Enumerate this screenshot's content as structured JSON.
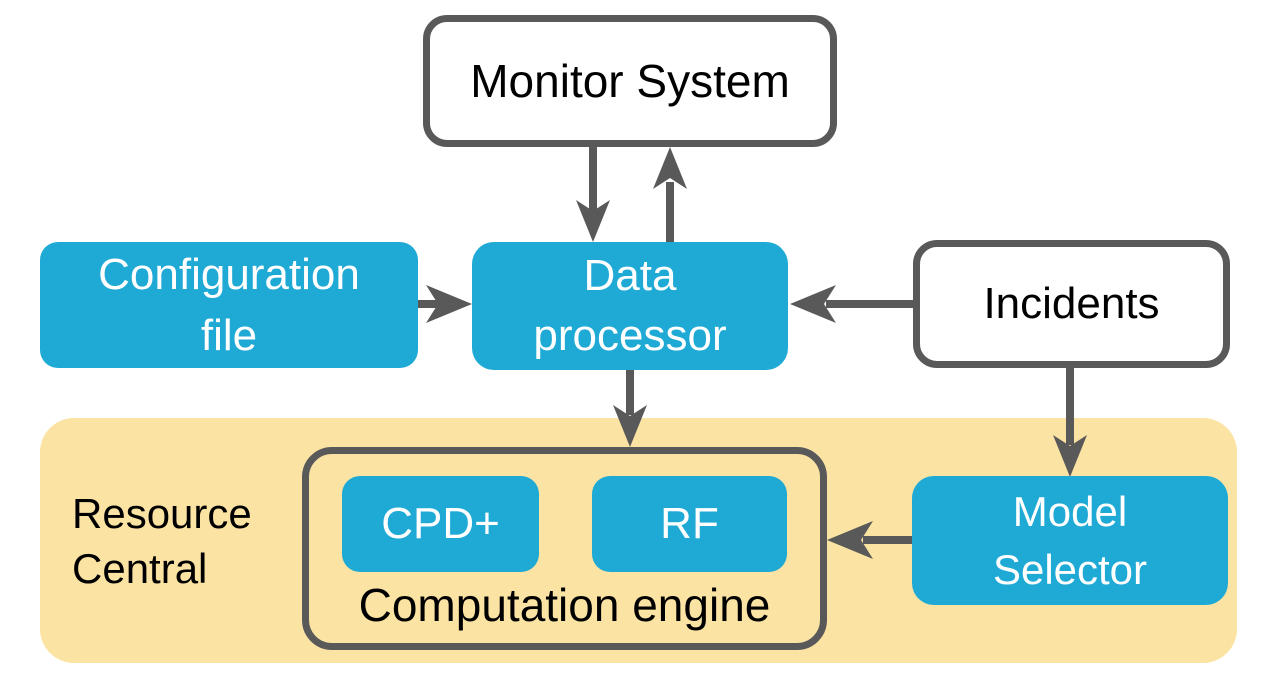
{
  "title": "System architecture diagram",
  "colors": {
    "node_fill_cyan": "#1FAAD6",
    "region_fill_yellow": "#FBE3A3",
    "outline_and_arrow_gray": "#595959",
    "text_dark": "#000000",
    "text_light": "#FFFFFF"
  },
  "nodes": {
    "monitor_system": {
      "label": "Monitor System"
    },
    "configuration_file": {
      "lines": [
        "Configuration",
        "file"
      ]
    },
    "data_processor": {
      "lines": [
        "Data",
        "processor"
      ]
    },
    "incidents": {
      "label": "Incidents"
    },
    "resource_central": {
      "lines": [
        "Resource",
        "Central"
      ]
    },
    "cpd_plus": {
      "label": "CPD+"
    },
    "rf": {
      "label": "RF"
    },
    "computation_engine": {
      "label": "Computation engine"
    },
    "model_selector": {
      "lines": [
        "Model",
        "Selector"
      ]
    }
  },
  "edges": [
    {
      "from": "Monitor System",
      "to": "Data processor",
      "direction": "down"
    },
    {
      "from": "Data processor",
      "to": "Monitor System",
      "direction": "up"
    },
    {
      "from": "Configuration file",
      "to": "Data processor",
      "direction": "right"
    },
    {
      "from": "Incidents",
      "to": "Data processor",
      "direction": "left"
    },
    {
      "from": "Data processor",
      "to": "Computation engine",
      "direction": "down"
    },
    {
      "from": "Incidents",
      "to": "Model Selector",
      "direction": "down"
    },
    {
      "from": "Model Selector",
      "to": "Computation engine",
      "direction": "left"
    }
  ]
}
